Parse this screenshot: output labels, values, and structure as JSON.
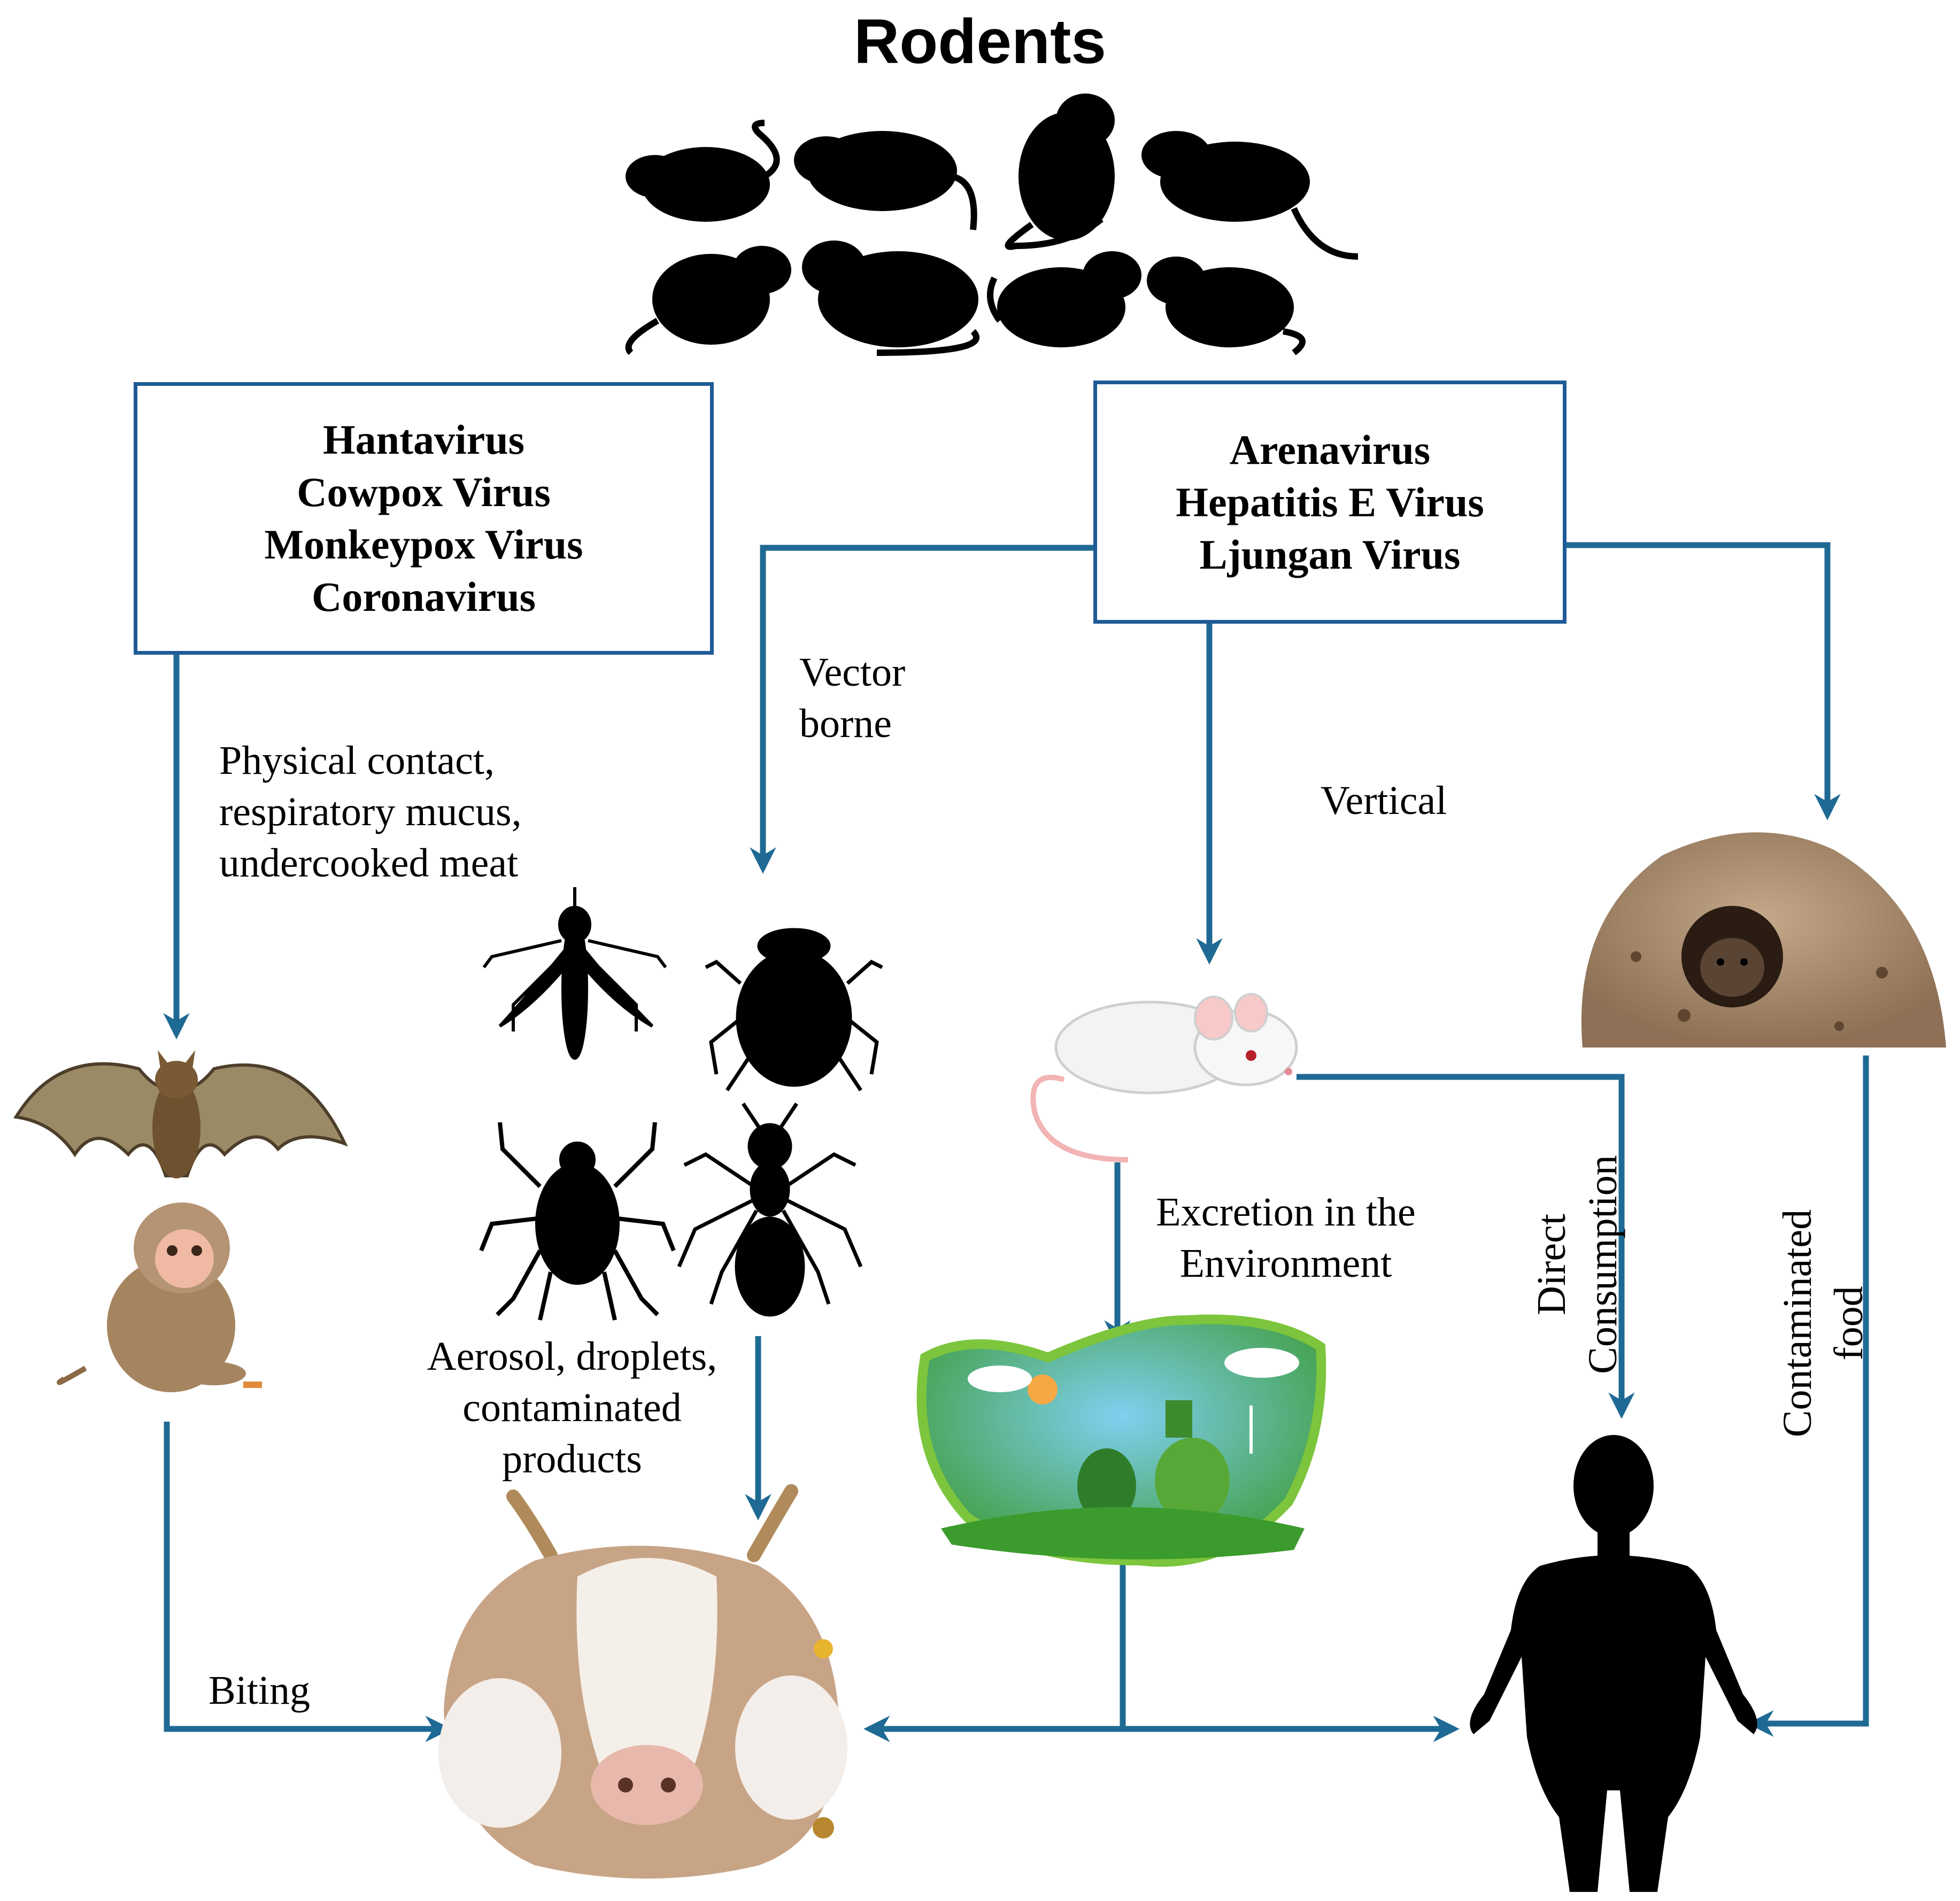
{
  "title": "Rodents",
  "left_box": {
    "lines": [
      "Hantavirus",
      "Cowpox Virus",
      "Monkeypox Virus",
      "Coronavirus"
    ]
  },
  "right_box": {
    "lines": [
      "Arenavirus",
      "Hepatitis  E Virus",
      "Ljungan Virus"
    ]
  },
  "labels": {
    "vector_borne": [
      "Vector",
      "borne"
    ],
    "physical_contact": [
      "Physical contact,",
      "respiratory mucus,",
      "undercooked meat"
    ],
    "vertical": "Vertical",
    "aerosol": [
      "Aerosol, droplets,",
      "contaminated",
      "products"
    ],
    "excretion": [
      "Excretion in the",
      "Environment"
    ],
    "direct_consumption": [
      "Direct",
      "Consumption"
    ],
    "contaminated_food": [
      "Contaminated",
      "food"
    ],
    "biting": "Biting"
  },
  "icons": [
    "rodent-silhouettes",
    "bat-illustration",
    "monkey-illustration",
    "mosquito-icon",
    "bedbug-icon",
    "tick-icon",
    "ant-icon",
    "white-mouse-illustration",
    "mouse-in-bread-illustration",
    "environment-landscape-illustration",
    "livestock-illustration",
    "human-silhouette"
  ],
  "colors": {
    "arrow": "#1f6a94",
    "box_border": "#1f5a96"
  }
}
